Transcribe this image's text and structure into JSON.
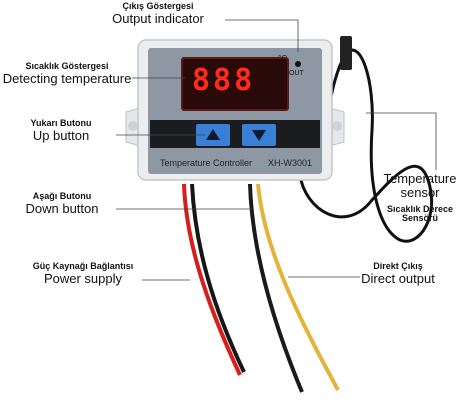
{
  "labels": {
    "output_indicator": {
      "tr": "Çıkış Göstergesi",
      "en": "Output indicator"
    },
    "detecting_temperature": {
      "tr": "Sıcaklık Göstergesi",
      "en": "Detecting temperature"
    },
    "up_button": {
      "tr": "Yukarı Butonu",
      "en": "Up button"
    },
    "down_button": {
      "tr": "Aşağı Butonu",
      "en": "Down button"
    },
    "power_supply": {
      "tr": "Güç Kaynağı Bağlantısı",
      "en": "Power supply"
    },
    "temperature_sensor": {
      "en_line1": "Temperature",
      "en_line2": "sensor",
      "tr_line1": "Sıcaklık Derece",
      "tr_line2": "Sensörü"
    },
    "direct_output": {
      "tr": "Direkt Çıkış",
      "en": "Direct output"
    }
  },
  "device": {
    "display_value": "888",
    "unit": "°C",
    "out_label": "OUT",
    "model_label": "Temperature Controller",
    "model_number": "XH-W3001"
  },
  "colors": {
    "display_red": "#ff2a1a",
    "display_bg": "#2a0a08",
    "button_blue": "#3a7fd6",
    "body_white": "#ecedef",
    "panel_gray": "#8e98a4",
    "wire_red": "#d61e1e",
    "wire_yellow": "#e3b43a",
    "cable_black": "#111111"
  }
}
